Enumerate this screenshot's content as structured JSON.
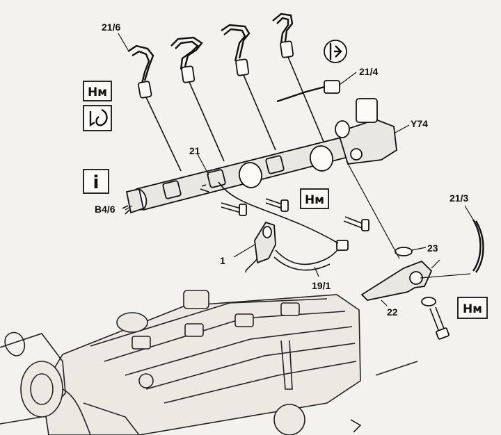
{
  "labels": {
    "l21_6": "21/6",
    "l21_4": "21/4",
    "lY74": "Y74",
    "l21": "21",
    "lB4_6": "B4/6",
    "l21_3": "21/3",
    "l23": "23",
    "l1": "1",
    "l19_1": "19/1",
    "l22": "22"
  },
  "symbols": {
    "torque_1": "Нм",
    "torque_2": "Нм",
    "torque_3": "Нм",
    "info": "i"
  },
  "icons": {
    "tool": "wrench-hook-icon",
    "disconnect": "connector-disconnect-icon"
  }
}
